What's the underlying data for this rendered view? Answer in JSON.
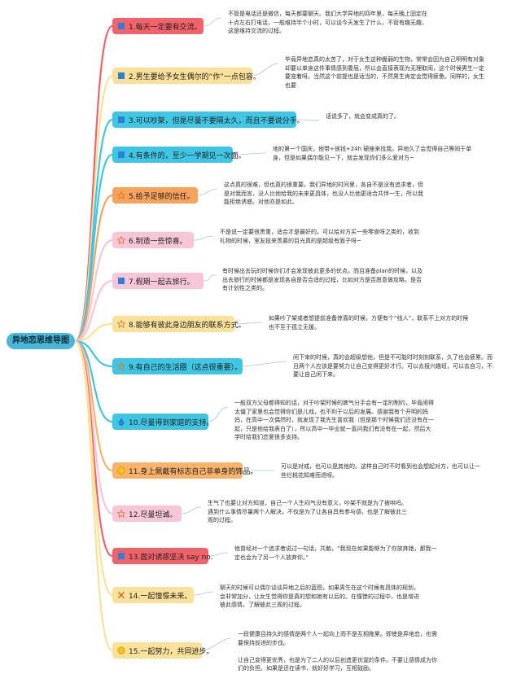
{
  "root": {
    "label": "异地恋思维导图",
    "color": "#4ab6d9"
  },
  "colors": {
    "red": "#f2626b",
    "yellow": "#fbe19a",
    "cyan": "#3fc6e4",
    "orange": "#f7a35c",
    "pink": "#f9c5d9",
    "orangeLight": "#f9b36b"
  },
  "branches": [
    {
      "label": "1.每天一定要有交流。",
      "color": "red",
      "icon": "flag-icon",
      "desc": "不管是电话还是微信，每天都要聊天。我们大学异地的四年里，每天晚上固定在\n十点左右打电话，一般维持半个小时，可以谈今天发生了什么，不管有趣无趣，\n这是维持交流的过程。"
    },
    {
      "label": "2.男生要给予女生偶尔的“作”一点包容。",
      "color": "yellow",
      "icon": "flag-icon",
      "desc": "毕竟异地恋真的太苦了，对于女生这种脆弱的生物，常常会因为自己明明有对象\n却要以单身这件事情感到委屈，所以会直接表现为无理取闹，这个时候男生一定\n要宠着呀。当然这个前提也是适当的，不然男生肯定会觉得疲惫。同样的，女生\n也要"
    },
    {
      "label": "3.可以吵架，但是尽量不要隔太久，而且不要说分手。",
      "color": "cyan",
      "icon": "flag-icon",
      "desc": "话说多了，就会变成真的了。"
    },
    {
      "label": "4.有条件的，至少一学期见一次面。",
      "color": "cyan",
      "icon": "flag-icon",
      "desc": "地的第一个国庆，他带+很钱+24h 硬座来找我。异地久了会觉得自己等同于单\n身，但是如果偶尔能见一下，就会发现你们多么爱对方~"
    },
    {
      "label": "5.给予足够的信任。",
      "color": "orange",
      "icon": "star-icon",
      "desc": "这点真的很难，但也真的很重要。我们异地的时间里，各自不是没有追求者，但\n是对我而言，没人比他给我的未来更具体，也没人比他更适合共伴一生，所以我\n能拒绝诱惑。对他亦是如此。"
    },
    {
      "label": "6.制造一些惊喜。",
      "color": "pink",
      "icon": "star-icon",
      "desc": "不是说一定要很贵重，适合才是最好的。可以给对方买一些零食呀之类的，收到\n礼物的时候，室友投来羡慕的目光真的是超级有面子呀~"
    },
    {
      "label": "7.假期一起去旅行。",
      "color": "pink",
      "icon": "flag-icon",
      "desc": "有时候出去玩的时候你们才会发现彼此更多的优点。而且准备plan的时候，以及\n出去旅行的时候都是发现各自是否合适的过程，比如对方是否愿意做攻略，是否\n有计划性之类的。"
    },
    {
      "label": "8.能够有彼此身边朋友的联系方式。",
      "color": "yellow",
      "icon": "star-icon",
      "desc": "如果吵了架或者想提前准备惊喜的时候，方便有个“线人”，联系不上对方的时候\n也不至于孤立无援。"
    },
    {
      "label": "9.有自己的生活圈（这点很重要）。",
      "color": "cyan",
      "icon": "star-icon",
      "desc": "闲下来的时候，真的会超级想他，但是不可能时时刻刻联系，久了也会疲累。而\n且两个人应该是要努力让自己变得更好才行。可以去报兴趣班，可以去自习，不\n要让自己闲下来。"
    },
    {
      "label": "10.尽量得到家庭的支持。",
      "color": "cyan",
      "icon": "drop-icon",
      "desc": "一般双方父母都得知的话，对于吵架时候的脾气分手会有一定的制约，毕竟闹得\n太僵了家里也会觉得你们是儿戏，也不利于以后的发展。感谢我有个开明的妈\n妈，在高中一次偶然时，就发现了我先生喜欢我（但是那个时候我们还没有在一\n起，只是他给我表白了），所以高中一毕业就一直问我们有没有在一起，然后大\n学时给我们恋爱很多支持。"
    },
    {
      "label": "11.身上佩戴有标志自己非单身的饰品。",
      "color": "orangeLight",
      "icon": "coin-icon",
      "desc": "可以是对戒，也可以是其他的。这样自己时不时看到也会想起对方，也可以让一\n些烂桃花知难而退呀。"
    },
    {
      "label": "12.尽量坦诚。",
      "color": "pink",
      "icon": "star-icon",
      "desc": "生气了也要让对方知道，自己一个人生闷气没有意义，吵架不就是为了被哄吗。\n遇到什么事情尽量两个人解决，不仅是为了让各自具有参与感，也是了解彼此三\n观的过程。"
    },
    {
      "label": "13.面对诱惑坚决 say no.",
      "color": "red",
      "icon": "flag-icon",
      "desc": "他曾经对一个追求者说过一句话，共勉，“我现在如果能够为了你放弃她，那我一\n定也会为了另一个人放弃你。”"
    },
    {
      "label": "14.一起憧憬未来。",
      "color": "yellow",
      "icon": "pencil-icon",
      "desc": "聊天的时候可以偶尔谈谈异地之后的蓝图，如果男生在这个时候有具体的规划，\n会非常加分，让女生觉得你是真的想和她有以后的。在憧憬的过程中，也是增进\n彼此感情，了解彼此三观的过程。"
    },
    {
      "label": "15.一起努力，共同进步。",
      "color": "yellow",
      "icon": "coin-icon",
      "desc": "一段健康且持久的感情是两个人一起向上而不是互相拖累。即使是异地恋，也需\n要保持前进的步伐。\n\n让自己变得更优秀，也是为了二人的以后创造更优渥的条件。不要让感情成为你\n们的负担。如果是还在读书，就好好学习，互相鼓励。"
    }
  ]
}
